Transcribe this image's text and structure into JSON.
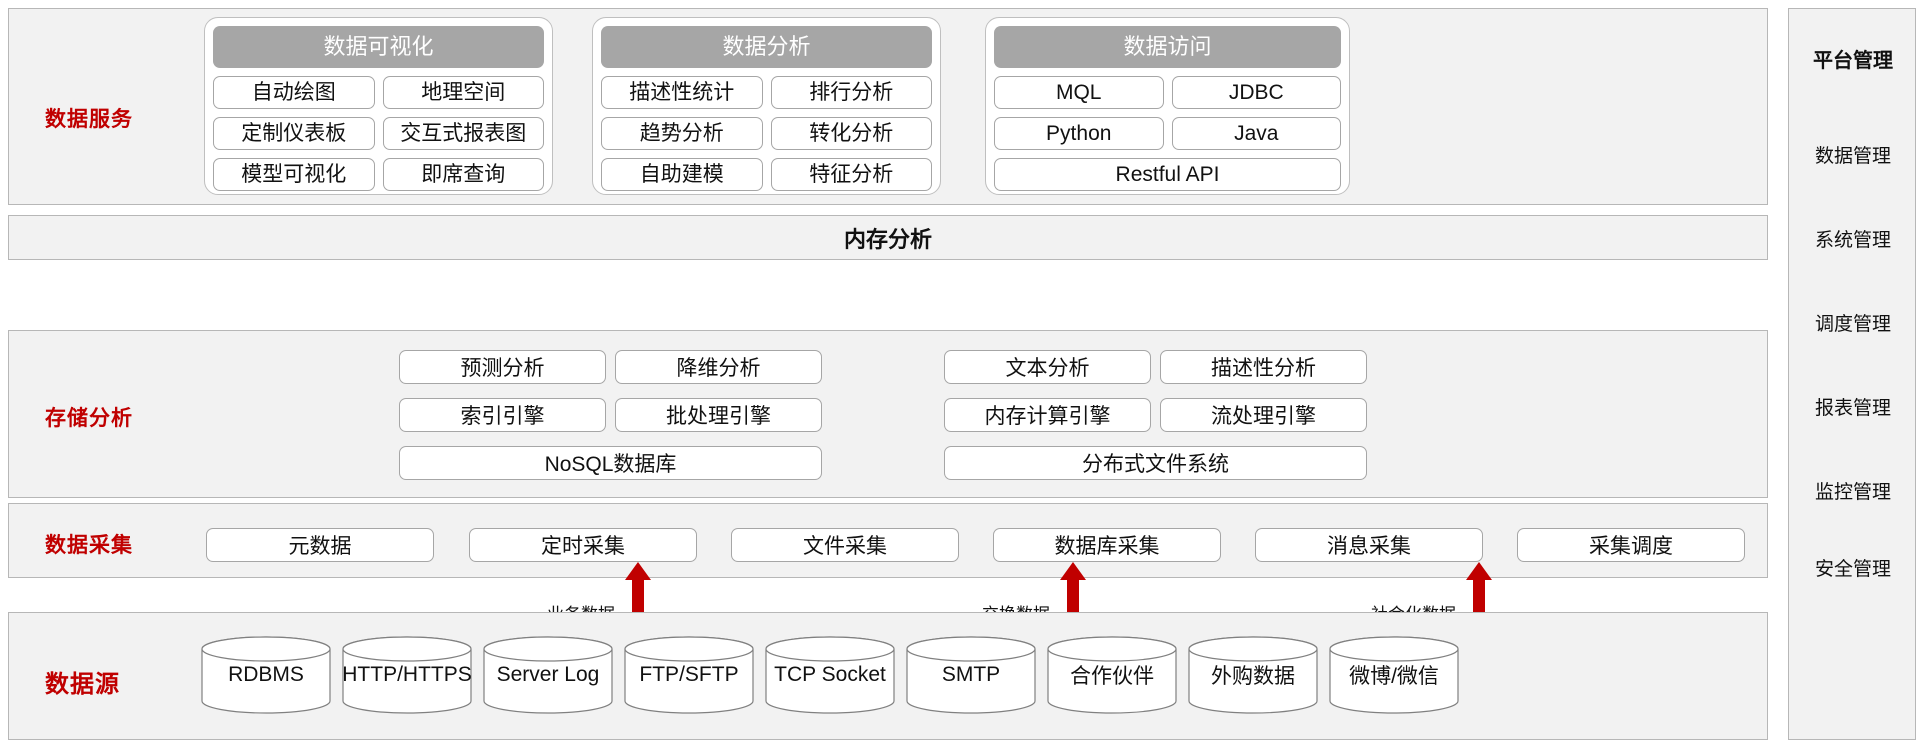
{
  "rows": {
    "data_service_label": "数据服务",
    "storage_label": "存储分析",
    "collection_label": "数据采集",
    "source_label": "数据源",
    "memory_label": "内存分析"
  },
  "service_groups": [
    {
      "title": "数据可视化",
      "items": [
        "自动绘图",
        "地理空间",
        "定制仪表板",
        "交互式报表图",
        "模型可视化",
        "即席查询"
      ]
    },
    {
      "title": "数据分析",
      "items": [
        "描述性统计",
        "排行分析",
        "趋势分析",
        "转化分析",
        "自助建模",
        "特征分析"
      ]
    },
    {
      "title": "数据访问",
      "items": [
        "MQL",
        "JDBC",
        "Python",
        "Java"
      ],
      "wide_item": "Restful API"
    }
  ],
  "storage": {
    "left_group": {
      "row1": [
        "预测分析",
        "降维分析"
      ],
      "row2": [
        "索引引擎",
        "批处理引擎"
      ],
      "row3": "NoSQL数据库"
    },
    "right_group": {
      "row1": [
        "文本分析",
        "描述性分析"
      ],
      "row2": [
        "内存计算引擎",
        "流处理引擎"
      ],
      "row3": "分布式文件系统"
    }
  },
  "collection": {
    "items": [
      "元数据",
      "定时采集",
      "文件采集",
      "数据库采集",
      "消息采集",
      "采集调度"
    ]
  },
  "arrows": {
    "labels": [
      "业务数据",
      "交换数据",
      "社会化数据"
    ],
    "color": "#c00000"
  },
  "sources": [
    "RDBMS",
    "HTTP/HTTPS",
    "Server Log",
    "FTP/SFTP",
    "TCP Socket",
    "SMTP",
    "合作伙伴",
    "外购数据",
    "微博/微信"
  ],
  "sidebar": {
    "title": "平台管理",
    "items": [
      "数据管理",
      "系统管理",
      "调度管理",
      "报表管理",
      "监控管理",
      "安全管理"
    ]
  },
  "colors": {
    "row_label": "#c00000",
    "group_header_bg": "#a6a6a6",
    "band_bg": "#f2f2f2",
    "border": "#b7b7b7"
  }
}
